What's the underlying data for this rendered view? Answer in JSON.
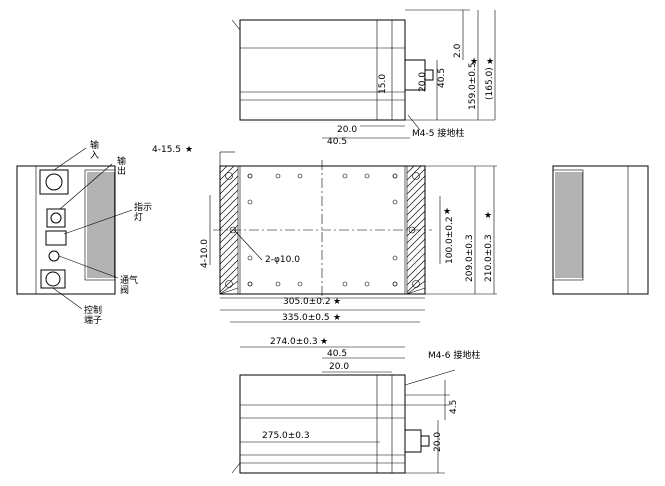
{
  "labels": {
    "input": "输\n入",
    "output": "输\n出",
    "indicator": "指示\n灯",
    "vent": "通气\n阀",
    "control": "控制\n端子"
  },
  "front_view": {
    "dim_2_0": "2.0",
    "dim_20_0": "20.0",
    "dim_40_5_a": "40.5",
    "dim_15_0": "15.0",
    "dim_159": "159.0±0.5",
    "dim_165": "(165.0)",
    "dim_20_0_b": "20.0",
    "dim_40_5_b": "40.5",
    "ground_label": "M4-5 接地柱"
  },
  "top_view": {
    "holes_label": "4-15.5",
    "side_label": "4-10.0",
    "pin_label": "2-φ10.0",
    "dim_100": "100.0±0.2",
    "dim_209": "209.0±0.3",
    "dim_210": "210.0±0.3",
    "dim_305": "305.0±0.2",
    "dim_335": "335.0±0.5"
  },
  "bottom_view": {
    "dim_274": "274.0±0.3",
    "dim_40_5": "40.5",
    "dim_20_0": "20.0",
    "ground_label": "M4-6 接地柱",
    "dim_4_5": "4.5",
    "dim_275": "275.0±0.3",
    "dim_20_0_v": "20.0"
  },
  "star": "★"
}
